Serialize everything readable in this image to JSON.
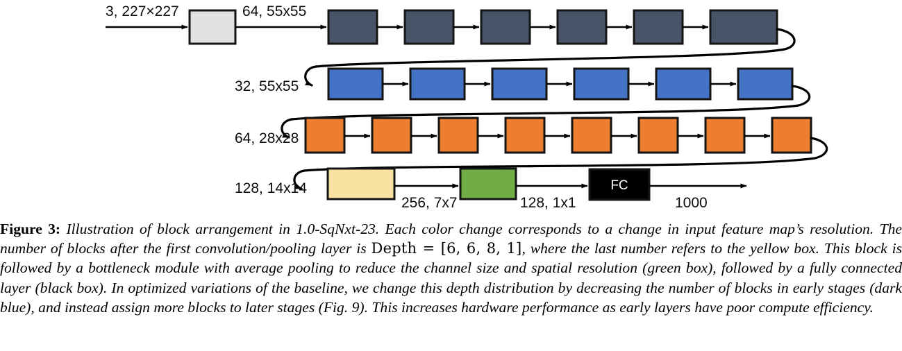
{
  "figure": {
    "title": "Illustration of block arrangement in 1.0-SqNxt-23",
    "colors": {
      "input_box": "#e2e2e2",
      "dark_blue": "#485467",
      "blue": "#4472c4",
      "orange": "#ed7d31",
      "yellow": "#fae3a2",
      "green": "#70ad47",
      "black": "#000000",
      "outline": "#141414",
      "arrow": "#000000"
    },
    "labels": {
      "input": "3, 227×227",
      "after_conv": "64, 55x55",
      "row2": "32, 55x55",
      "row3": "64, 28x28",
      "row4": "128, 14x14",
      "after_yellow": "256, 7x7",
      "after_green": "128, 1x1",
      "output": "1000",
      "fc": "FC"
    },
    "rows": [
      {
        "name": "stage-dark-blue",
        "color_key": "dark_blue",
        "count": 6
      },
      {
        "name": "stage-blue",
        "color_key": "blue",
        "count": 6
      },
      {
        "name": "stage-orange",
        "color_key": "orange",
        "count": 8
      },
      {
        "name": "stage-final",
        "color_key": "yellow",
        "count": 1
      }
    ]
  },
  "caption": {
    "lead": "Figure 3:",
    "part1": " Illustration of block arrangement in 1.0-SqNxt-23. Each color change corresponds to a change in input feature map’s resolution. The number of blocks after the first convolution/pooling layer is ",
    "math": "Depth = [6, 6, 8, 1]",
    "part2": ", where the last number refers to the yellow box. This block is followed by a bottleneck module with average pooling to reduce the channel size and spatial resolution (green box), followed by a fully connected layer (black box). In optimized variations of the baseline, we change this depth distribution by decreasing the number of blocks in early stages (dark blue), and instead assign more blocks to later stages (Fig. 9). This increases hardware performance as early layers have poor compute efficiency."
  }
}
